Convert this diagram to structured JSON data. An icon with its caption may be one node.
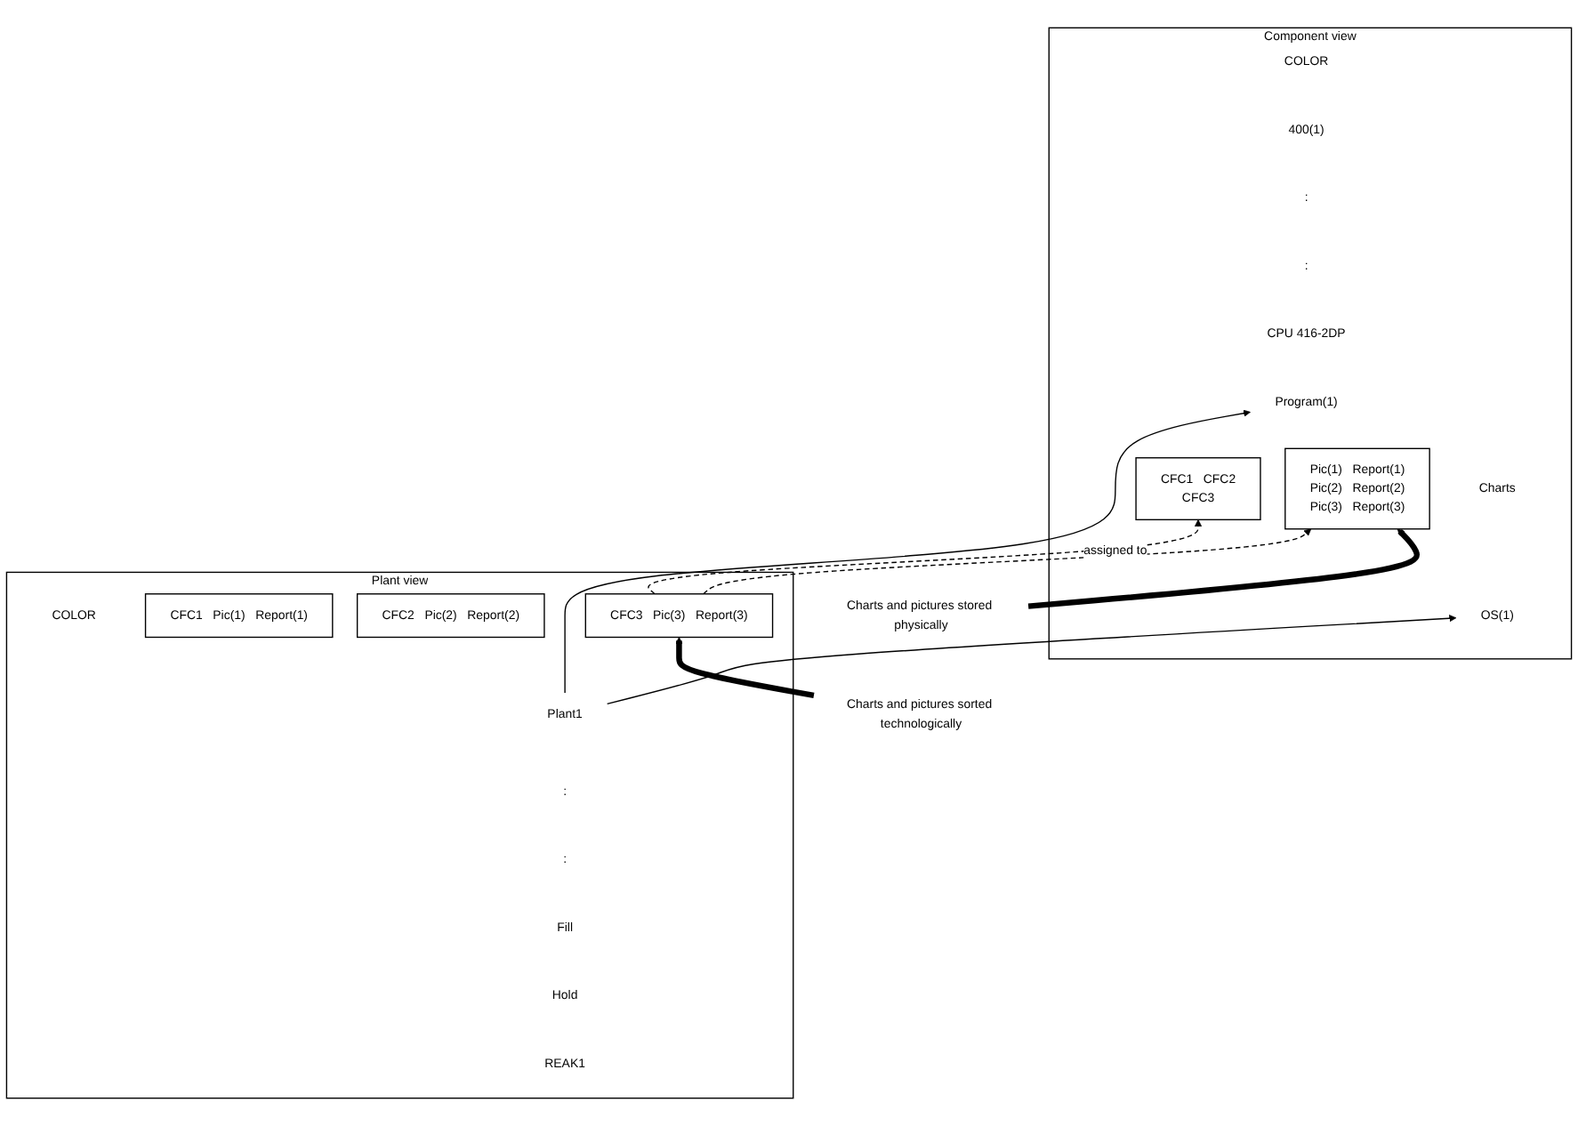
{
  "diagram": {
    "nodes": [
      {
        "text": [
          "Component view"
        ]
      },
      {
        "text": [
          "COLOR"
        ],
        "in": 0
      },
      {
        "text": [
          "400(1)"
        ],
        "in": 0
      },
      {
        "text": [
          ":"
        ],
        "in": 0
      },
      {
        "text": [
          ":"
        ],
        "in": 0
      },
      {
        "text": [
          "CPU 416-2DP"
        ],
        "in": 0
      },
      {
        "text": [
          "Program(1)"
        ],
        "in": 0
      },
      {
        "text": [
          "Charts"
        ],
        "in": 0
      },
      {
        "text": [
          "CFC1",
          "CFC2",
          "CFC3"
        ],
        "in": 0
      },
      {
        "text": [
          "OS(1)"
        ],
        "in": 0
      },
      {
        "text": [
          "Pic(1)",
          "Report(1)",
          "Pic(2)",
          "Report(2)",
          "Pic(3)",
          "Report(3)"
        ],
        "in": 0
      },
      {
        "text": [
          "Plant view"
        ]
      },
      {
        "text": [
          "COLOR"
        ],
        "in": 11
      },
      {
        "text": [
          "Plant1"
        ],
        "in": 11
      },
      {
        "text": [
          ":"
        ],
        "in": 11
      },
      {
        "text": [
          ":"
        ],
        "in": 11
      },
      {
        "text": [
          "Fill"
        ],
        "in": 11
      },
      {
        "text": [
          "CFC1",
          "Pic(1)",
          "Report(1)"
        ],
        "in": 11
      },
      {
        "text": [
          "Hold"
        ],
        "in": 11
      },
      {
        "text": [
          "CFC2",
          "Pic(2)",
          "Report(2)"
        ],
        "in": 11
      },
      {
        "text": [
          "REAK1"
        ],
        "in": 11
      },
      {
        "text": [
          "CFC3",
          "Pic(3)",
          "Report(3)"
        ],
        "in": 11
      },
      {
        "text": [
          "Charts and pictures stored physically"
        ]
      },
      {
        "text": [
          "Charts and pictures sorted technologically"
        ]
      }
    ],
    "edges": [
      {
        "from": 13,
        "to": 6,
        "arrow": "to",
        "label": "assigned to"
      },
      {
        "from": 13,
        "to": 9,
        "arrow": "to"
      },
      {
        "from": 21,
        "to": 8,
        "arrow": "to",
        "style": "dashed"
      },
      {
        "from": 21,
        "to": 10,
        "arrow": "to",
        "style": "dashed"
      },
      {
        "from": 22,
        "to": 10,
        "arrow": "to",
        "style": "thick"
      },
      {
        "from": 23,
        "to": 21,
        "arrow": "to",
        "style": "thick"
      }
    ]
  }
}
